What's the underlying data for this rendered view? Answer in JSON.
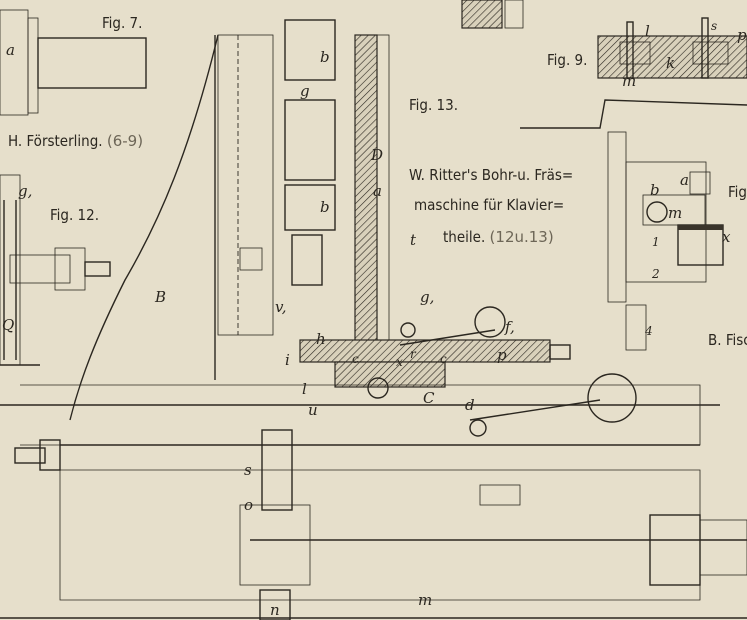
{
  "fig7": {
    "title": "Fig. 7.",
    "label_a": "a"
  },
  "credit1": {
    "name": "H. Försterling.",
    "range": "(6-9)"
  },
  "fig12": {
    "title": "Fig. 12.",
    "label_g": "g,",
    "label_q": "Q"
  },
  "fig9": {
    "title": "Fig. 9.",
    "label_l": "l",
    "label_s": "s",
    "label_p": "p",
    "label_k": "k",
    "label_m": "m"
  },
  "fig8": {
    "title_partial": "Fig",
    "label_a": "a",
    "label_b": "b",
    "label_m": "m",
    "label_x": "x",
    "scale": [
      "1",
      "2",
      "4"
    ]
  },
  "credit2": {
    "name_partial": "B. Fisc"
  },
  "fig13": {
    "title": "Fig. 13.",
    "caption_line1": "W. Ritter's Bohr-u. Fräs=",
    "caption_line2": "maschine für Klavier=",
    "caption_line3": "theile.",
    "caption_range": "(12u.13)",
    "labels": {
      "b1": "b",
      "g": "g",
      "b2": "b",
      "D": "D",
      "a": "a",
      "t": "t",
      "B": "B",
      "v": "v,",
      "g1": "g,",
      "f": "f,",
      "h": "h",
      "i": "i",
      "c1": "c",
      "r": "r",
      "c2": "c",
      "p": "p",
      "x": "x",
      "l": "l",
      "u": "u",
      "C": "C",
      "d": "d",
      "s": "s",
      "o": "o",
      "n": "n",
      "m": "m"
    }
  }
}
